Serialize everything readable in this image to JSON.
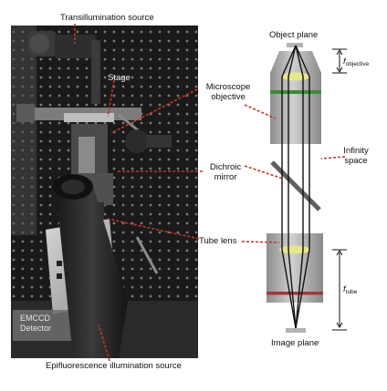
{
  "labels": {
    "transillumination_source": "Transillumination source",
    "stage": "Stage",
    "microscope_objective_line1": "Microscope",
    "microscope_objective_line2": "objective",
    "dichroic_line1": "Dichroic",
    "dichroic_line2": "mirror",
    "tube_lens": "Tube lens",
    "emccd_line1": "EMCCD",
    "emccd_line2": "Detector",
    "epifluorescence_source": "Epifluorescence illumination source",
    "object_plane": "Object plane",
    "image_plane": "Image plane",
    "infinity_space_line1": "Infinity",
    "infinity_space_line2": "space",
    "f_objective_symbol": "f",
    "f_objective_sub": "objective",
    "f_tube_symbol": "f",
    "f_tube_sub": "tube"
  },
  "colors": {
    "annotation_red": "#c0392b",
    "green_band": "#3d8a3a",
    "red_band": "#9b3a3a",
    "lens_yellow": "#e6e78a",
    "barrel_gray": "#b9b9b9",
    "photo_background": "#1c1c1c"
  }
}
